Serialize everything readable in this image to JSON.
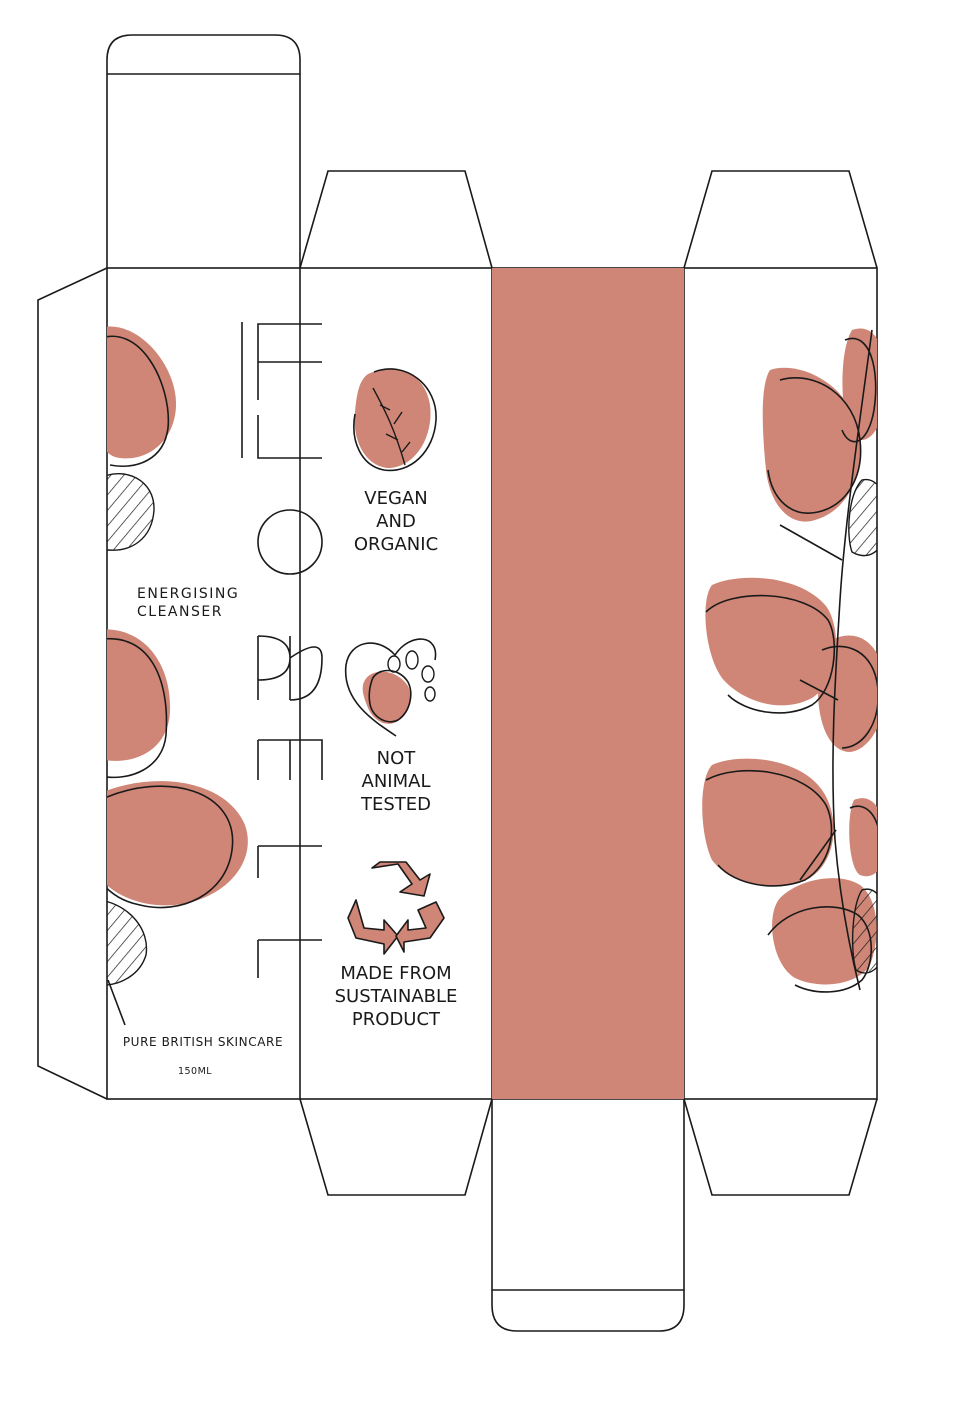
{
  "brand": {
    "name": "ELOBELL",
    "letters": [
      "E",
      "L",
      "O",
      "B",
      "E",
      "L",
      "L"
    ]
  },
  "front_panel": {
    "product_name_line1": "ENERGISING",
    "product_name_line2": "CLEANSER",
    "tagline": "PURE BRITISH SKINCARE",
    "volume": "150ML"
  },
  "claims": {
    "vegan": [
      "VEGAN",
      "AND",
      "ORGANIC"
    ],
    "cruelty_free": [
      "NOT",
      "ANIMAL",
      "TESTED"
    ],
    "sustainable": [
      "MADE FROM",
      "SUSTAINABLE",
      "PRODUCT"
    ]
  },
  "icons": {
    "vegan": "leaf-icon",
    "cruelty_free": "heart-paw-icon",
    "sustainable": "recycle-icon"
  },
  "colors": {
    "accent": "#cf8676",
    "outline": "#1a1a1a",
    "background": "#ffffff"
  }
}
